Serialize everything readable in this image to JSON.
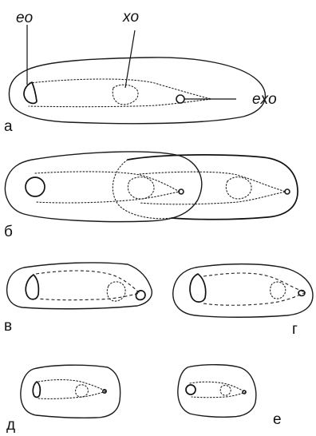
{
  "annotations": {
    "eo": "eo",
    "xo": "xo",
    "exo": "exo"
  },
  "panel_labels": {
    "a": "а",
    "b": "б",
    "v": "в",
    "g": "г",
    "d": "д",
    "e": "е"
  },
  "colors": {
    "stroke": "#1a1a1a",
    "background": "#ffffff"
  }
}
